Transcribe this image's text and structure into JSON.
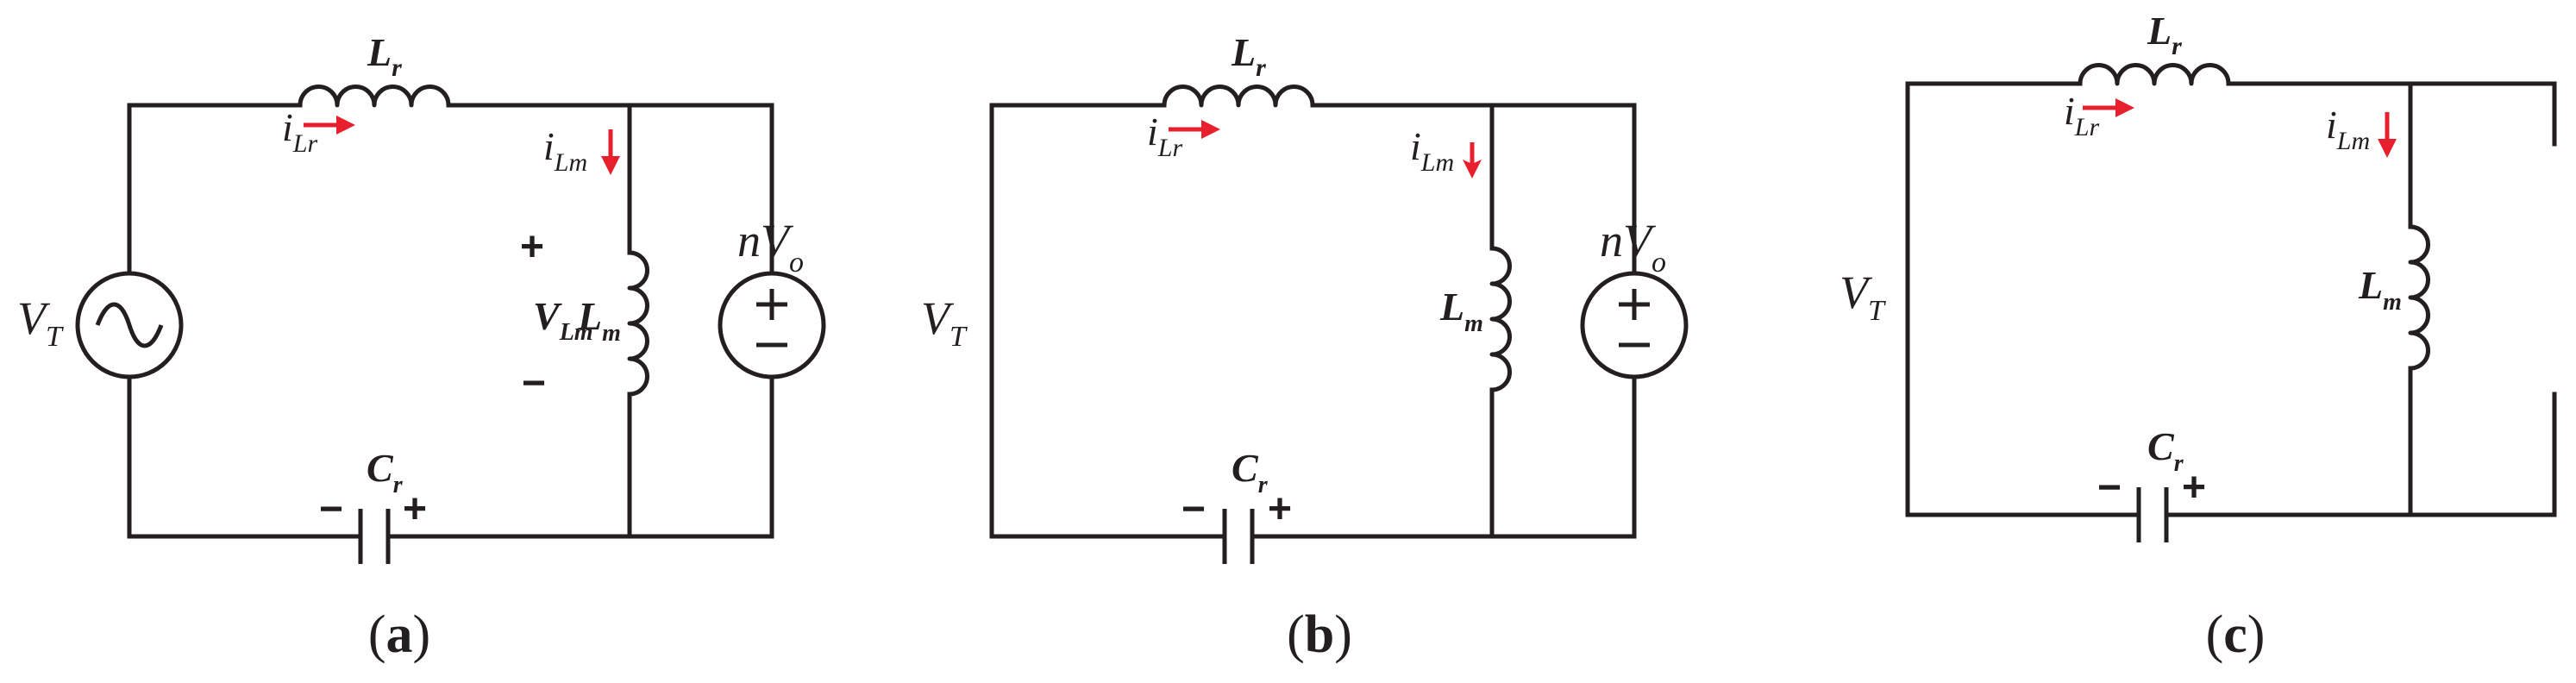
{
  "panels": [
    {
      "id": "a",
      "caption_letter": "a",
      "source_label": "V",
      "source_sub": "T",
      "inductor_r": "L",
      "inductor_r_sub": "r",
      "current_r": "i",
      "current_r_sub": "Lr",
      "current_m": "i",
      "current_m_sub": "Lm",
      "inductor_m": "L",
      "inductor_m_sub": "m",
      "voltage_m": "V",
      "voltage_m_sub": "Lm",
      "output_label": "nV",
      "output_sub": "o",
      "cap_label": "C",
      "cap_sub": "r",
      "plus": "+",
      "minus": "−"
    },
    {
      "id": "b",
      "caption_letter": "b",
      "source_label": "V",
      "source_sub": "T",
      "inductor_r": "L",
      "inductor_r_sub": "r",
      "current_r": "i",
      "current_r_sub": "Lr",
      "current_m": "i",
      "current_m_sub": "Lm",
      "inductor_m": "L",
      "inductor_m_sub": "m",
      "output_label": "nV",
      "output_sub": "o",
      "cap_label": "C",
      "cap_sub": "r",
      "plus": "+",
      "minus": "−"
    },
    {
      "id": "c",
      "caption_letter": "c",
      "source_label": "V",
      "source_sub": "T",
      "inductor_r": "L",
      "inductor_r_sub": "r",
      "current_r": "i",
      "current_r_sub": "Lr",
      "current_m": "i",
      "current_m_sub": "Lm",
      "inductor_m": "L",
      "inductor_m_sub": "m",
      "cap_label": "C",
      "cap_sub": "r",
      "plus": "+",
      "minus": "−"
    }
  ],
  "caption_open": "(",
  "caption_close": ")",
  "colors": {
    "wire": "#231f20",
    "current_arrow": "#e81f2c"
  }
}
